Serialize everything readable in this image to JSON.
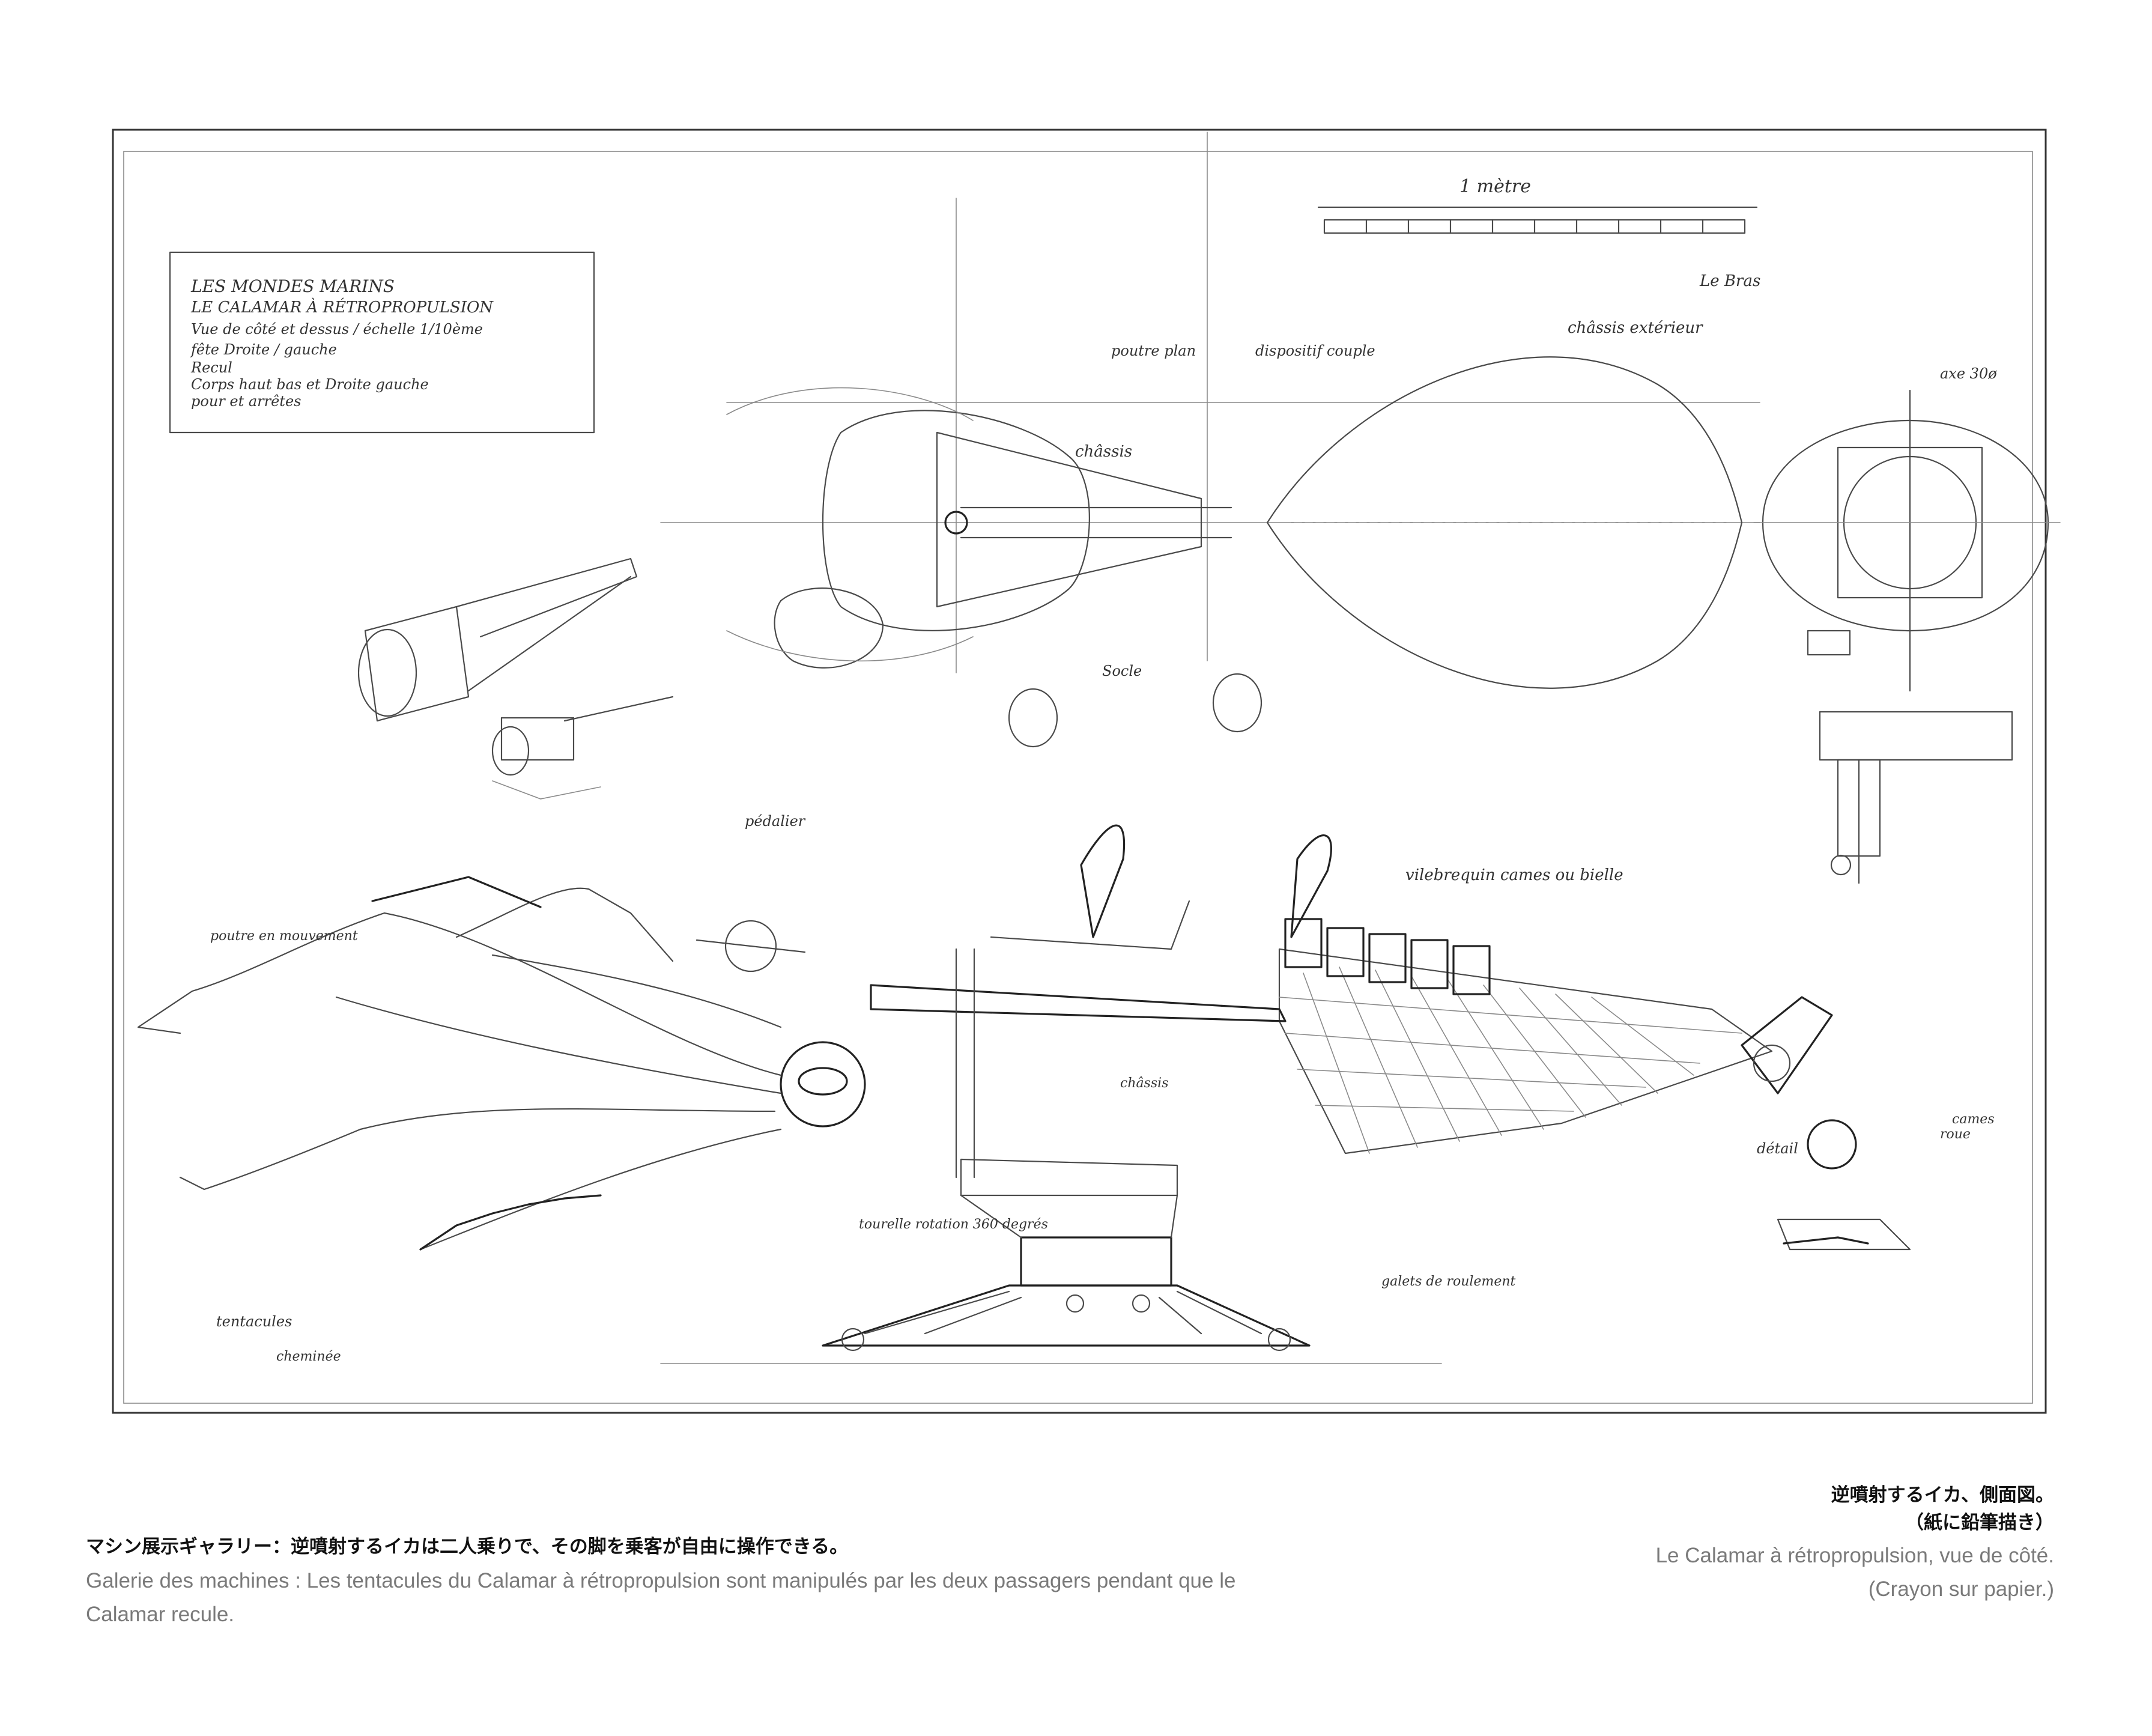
{
  "sketch": {
    "title_block": [
      "LES MONDES MARINS",
      "LE CALAMAR À RÉTROPROPULSION",
      "Vue de côté et dessus / échelle 1/10ème",
      "fête Droite / gauche",
      "Recul",
      "Corps haut bas et Droite gauche",
      "pour et arrêtes"
    ],
    "scale_label": "1 mètre",
    "annotations": {
      "chassis": "châssis",
      "poutre": "poutre plan",
      "dispositif": "dispositif couple",
      "chassis_exterieur": "châssis extérieur",
      "bras": "Le Bras",
      "axe": "axe 30ø",
      "pedalier": "pédalier",
      "poutre_mouvement": "poutre en mouvement",
      "tentacules": "tentacules",
      "vilebrequin": "vilebrequin cames ou bielle",
      "detail": "détail",
      "roue": "roue",
      "cames": "cames",
      "galets": "galets de roulement",
      "socle": "Socle",
      "chassis_bas": "châssis",
      "tourelle": "tourelle rotation 360 degrés",
      "cheminee": "cheminée"
    }
  },
  "captions": {
    "left_jp": "マシン展示ギャラリー：逆噴射するイカは二人乗りで、その脚を乗客が自由に操作できる。",
    "left_fr": "Galerie des machines : Les tentacules du Calamar à rétropropulsion sont manipulés par les deux passagers pendant que le Calamar recule.",
    "right_jp_1": "逆噴射するイカ、側面図。",
    "right_jp_2": "（紙に鉛筆描き）",
    "right_fr_1": "Le Calamar à rétropropulsion, vue de côté.",
    "right_fr_2": "(Crayon sur papier.)"
  }
}
